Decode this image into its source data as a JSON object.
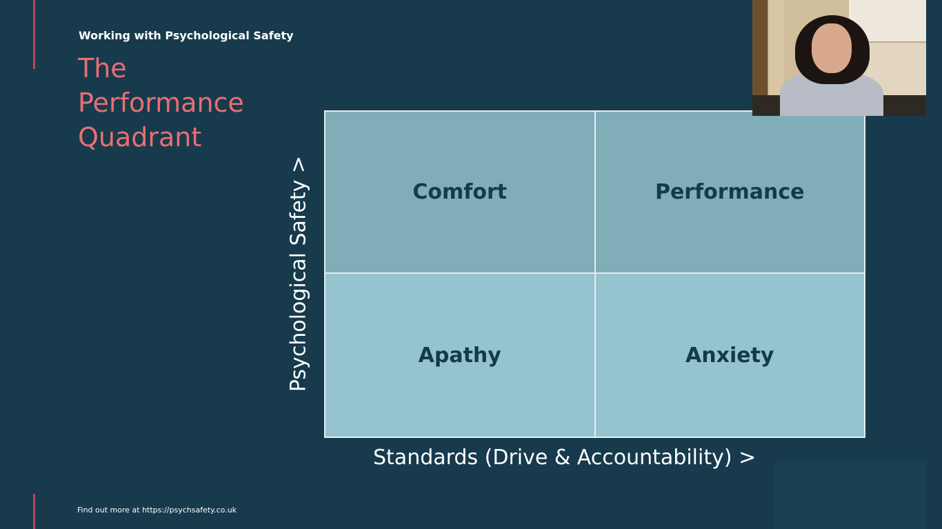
{
  "slide": {
    "kicker": "Working with Psychological Safety",
    "title_lines": [
      "The",
      "Performance",
      "Quadrant"
    ],
    "y_axis_label": "Psychological Safety >",
    "x_axis_label": "Standards (Drive & Accountability) >",
    "quadrants": {
      "top_left": "Comfort",
      "top_right": "Performance",
      "bottom_left": "Apathy",
      "bottom_right": "Anxiety"
    },
    "footer": "Find out more at https://psychsafety.co.uk"
  },
  "colors": {
    "background": "#173a4d",
    "title": "#e86f72",
    "accent": "#b5485a",
    "quadrant_top": "#80adb8",
    "quadrant_bottom": "#95c3cf",
    "quadrant_text": "#123d47"
  }
}
